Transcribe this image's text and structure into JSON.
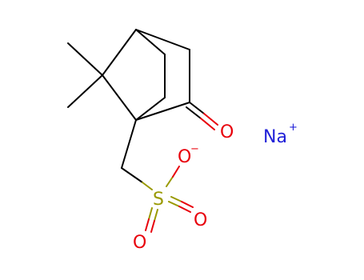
{
  "atoms": {
    "oxygen_ketone": "O",
    "oxygen_minus": "O",
    "oxygen_right": "O",
    "oxygen_down": "O",
    "sulfur": "S",
    "sodium": "Na"
  },
  "charges": {
    "oxygen_minus": "−",
    "sodium": "+"
  },
  "colors": {
    "oxygen": "#e8000b",
    "sulfur": "#999900",
    "sodium": "#2020d8",
    "bond": "#000000"
  }
}
